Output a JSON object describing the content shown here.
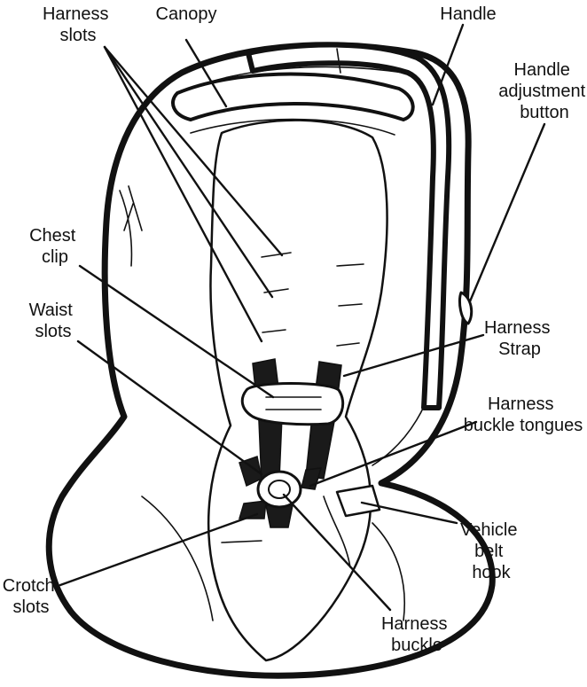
{
  "labels": {
    "harness_slots": [
      "Harness",
      "slots"
    ],
    "canopy": [
      "Canopy"
    ],
    "handle": [
      "Handle"
    ],
    "handle_adjustment_button": [
      "Handle",
      "adjustment",
      "button"
    ],
    "chest_clip": [
      "Chest",
      "clip"
    ],
    "waist_slots": [
      "Waist",
      "slots"
    ],
    "harness_strap": [
      "Harness",
      "Strap"
    ],
    "harness_buckle_tongues": [
      "Harness",
      "buckle tongues"
    ],
    "vehicle_belt_hook": [
      "Vehicle",
      "belt",
      "hook"
    ],
    "crotch_slots": [
      "Crotch",
      "slots"
    ],
    "harness_buckle": [
      "Harness",
      "buckle"
    ]
  }
}
